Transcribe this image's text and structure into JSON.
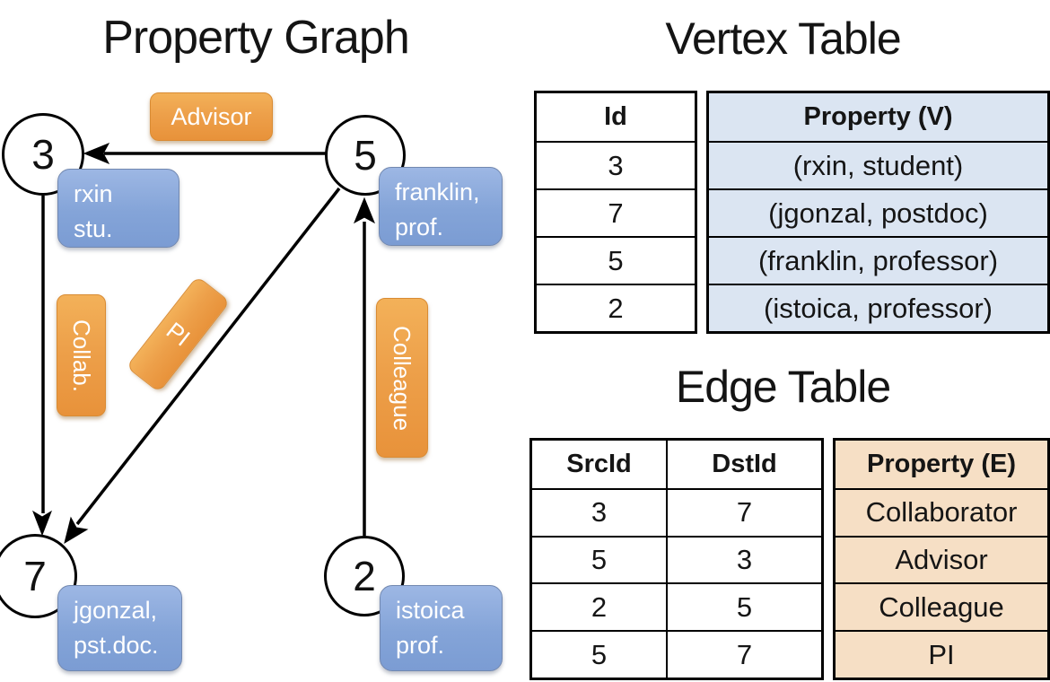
{
  "graph": {
    "title": "Property Graph",
    "nodes": [
      {
        "id": "3",
        "line1": "rxin",
        "line2": "stu."
      },
      {
        "id": "5",
        "line1": "franklin,",
        "line2": "prof."
      },
      {
        "id": "7",
        "line1": "jgonzal,",
        "line2": "pst.doc."
      },
      {
        "id": "2",
        "line1": "istoica",
        "line2": "prof."
      }
    ],
    "edge_labels": [
      {
        "label": "Advisor"
      },
      {
        "label": "Collab."
      },
      {
        "label": "PI"
      },
      {
        "label": "Colleague"
      }
    ]
  },
  "vertex_table": {
    "title": "Vertex Table",
    "columns": [
      {
        "label": "Id"
      },
      {
        "label": "Property (V)"
      }
    ],
    "rows": [
      {
        "id": "3",
        "property": "(rxin, student)"
      },
      {
        "id": "7",
        "property": "(jgonzal, postdoc)"
      },
      {
        "id": "5",
        "property": "(franklin, professor)"
      },
      {
        "id": "2",
        "property": "(istoica, professor)"
      }
    ]
  },
  "edge_table": {
    "title": "Edge Table",
    "columns": [
      {
        "label": "SrcId"
      },
      {
        "label": "DstId"
      },
      {
        "label": "Property (E)"
      }
    ],
    "rows": [
      {
        "src": "3",
        "dst": "7",
        "property": "Collaborator"
      },
      {
        "src": "5",
        "dst": "3",
        "property": "Advisor"
      },
      {
        "src": "2",
        "dst": "5",
        "property": "Colleague"
      },
      {
        "src": "5",
        "dst": "7",
        "property": "PI"
      }
    ]
  },
  "colors": {
    "vertex_table_fill": "#dbe5f2",
    "edge_table_fill": "#f6dfc5",
    "node_box_blue": "#7b9cd3",
    "edge_label_orange": "#eda04a",
    "line_black": "#000000",
    "background": "#ffffff"
  }
}
